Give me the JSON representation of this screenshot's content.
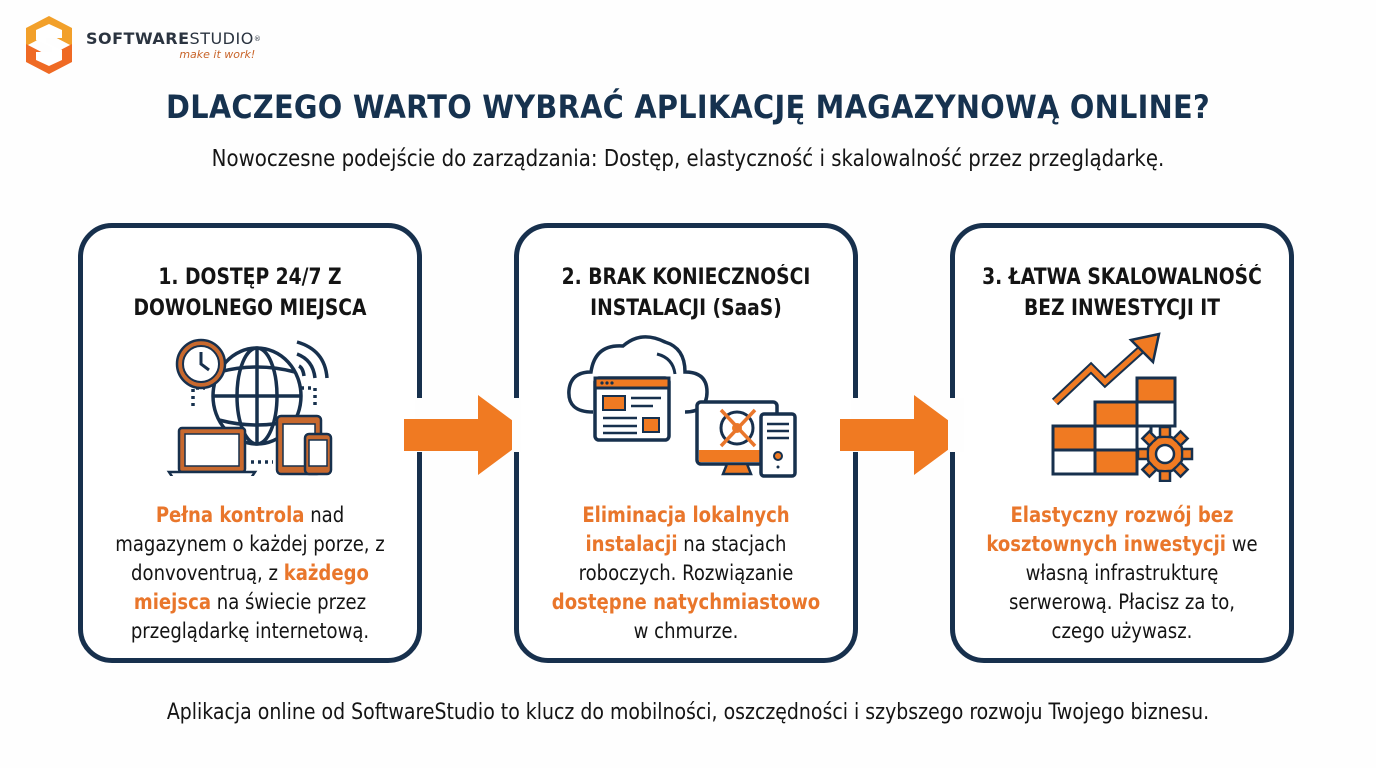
{
  "logo": {
    "name_bold": "SOFTWARE",
    "name_regular": "STUDIO",
    "registered": "®",
    "tagline": "make it work!",
    "colors": {
      "top": "#f2a02a",
      "bottom": "#ef6a24",
      "text": "#2b3440"
    }
  },
  "header": {
    "title": "DLACZEGO WARTO WYBRAĆ APLIKACJĘ MAGAZYNOWĄ ONLINE?",
    "subtitle": "Nowoczesne podejście do zarządzania: Dostęp, elastyczność i skalowalność przez przeglądarkę."
  },
  "cards": [
    {
      "title_line1": "1. DOSTĘP 24/7 Z",
      "title_line2": "DOWOLNEGO MIEJSCA",
      "icon": "globe-devices-clock-icon",
      "text": [
        {
          "t": "Pełna kontrola",
          "hl": true
        },
        {
          "t": " nad magazynem o każdej porze, z donvoventruą, z ",
          "hl": false
        },
        {
          "t": "każdego miejsca",
          "hl": true
        },
        {
          "t": " na świecie przez przeglądarkę internetową.",
          "hl": false
        }
      ]
    },
    {
      "title_line1": "2. BRAK KONIECZNOŚCI",
      "title_line2": "INSTALACJI (SaaS)",
      "icon": "cloud-app-no-install-icon",
      "text": [
        {
          "t": "Eliminacja lokalnych instalacji",
          "hl": true
        },
        {
          "t": " na stacjach roboczych. Rozwiązanie ",
          "hl": false
        },
        {
          "t": "dostępne natychmiastowo",
          "hl": true
        },
        {
          "t": " w chmurze.",
          "hl": false
        }
      ]
    },
    {
      "title_line1": "3. ŁATWA SKALOWALNOŚĆ",
      "title_line2": "BEZ INWESTYCJI IT",
      "icon": "growth-blocks-gear-icon",
      "text": [
        {
          "t": "Elastyczny rozwój bez kosztownych inwestycji",
          "hl": true
        },
        {
          "t": " we własną infrastrukturę serwerową. Płacisz za to, czego używasz.",
          "hl": false
        }
      ]
    }
  ],
  "arrows": [
    "arrow-right-icon",
    "arrow-right-icon"
  ],
  "footer": {
    "text": "Aplikacja online od SoftwareStudio to klucz do mobilności, oszczędności i szybszego rozwoju Twojego biznesu."
  },
  "colors": {
    "navy": "#17304d",
    "orange": "#f07a22",
    "highlight": "#e9762b",
    "icon_brown": "#c8692e"
  }
}
